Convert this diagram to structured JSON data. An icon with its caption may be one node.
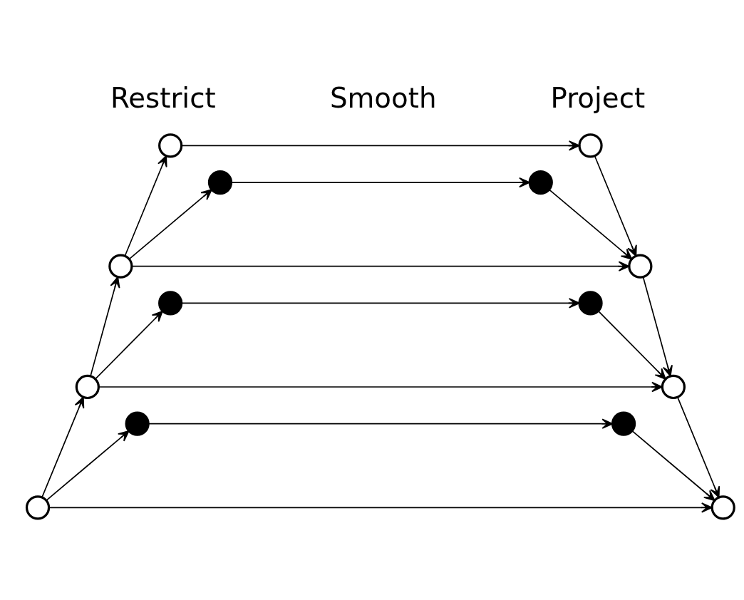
{
  "diagram": {
    "nodes": [
      {
        "text": [],
        "shape": "circle"
      },
      {
        "text": [],
        "shape": "circle"
      },
      {
        "text": [],
        "shape": "circle"
      },
      {
        "text": [],
        "shape": "circle"
      },
      {
        "text": [],
        "shape": "circle"
      },
      {
        "text": [],
        "shape": "circle"
      },
      {
        "text": [],
        "shape": "circle"
      },
      {
        "text": [],
        "shape": "circle"
      },
      {
        "text": [],
        "shape": "circle"
      },
      {
        "text": [],
        "shape": "circle"
      },
      {
        "text": [],
        "shape": "circle"
      },
      {
        "text": [],
        "shape": "circle"
      },
      {
        "text": [],
        "shape": "circle"
      },
      {
        "text": [],
        "shape": "circle"
      }
    ],
    "edges": [
      {
        "from": 12,
        "to": 8,
        "arrow": "to"
      },
      {
        "from": 12,
        "to": 10,
        "arrow": "to"
      },
      {
        "from": 12,
        "to": 13,
        "arrow": "to"
      },
      {
        "from": 8,
        "to": 4,
        "arrow": "to"
      },
      {
        "from": 8,
        "to": 6,
        "arrow": "to"
      },
      {
        "from": 8,
        "to": 9,
        "arrow": "to"
      },
      {
        "from": 10,
        "to": 11,
        "arrow": "to"
      },
      {
        "from": 4,
        "to": 0,
        "arrow": "to"
      },
      {
        "from": 4,
        "to": 2,
        "arrow": "to"
      },
      {
        "from": 4,
        "to": 5,
        "arrow": "to"
      },
      {
        "from": 6,
        "to": 7,
        "arrow": "to"
      },
      {
        "from": 0,
        "to": 1,
        "arrow": "to"
      },
      {
        "from": 2,
        "to": 3,
        "arrow": "to"
      },
      {
        "from": 1,
        "to": 5,
        "arrow": "to"
      },
      {
        "from": 3,
        "to": 5,
        "arrow": "to"
      },
      {
        "from": 5,
        "to": 9,
        "arrow": "to"
      },
      {
        "from": 7,
        "to": 9,
        "arrow": "to"
      },
      {
        "from": 9,
        "to": 13,
        "arrow": "to"
      },
      {
        "from": 11,
        "to": 13,
        "arrow": "to"
      }
    ],
    "labels": [
      "Restrict",
      "Smooth",
      "Project"
    ]
  }
}
